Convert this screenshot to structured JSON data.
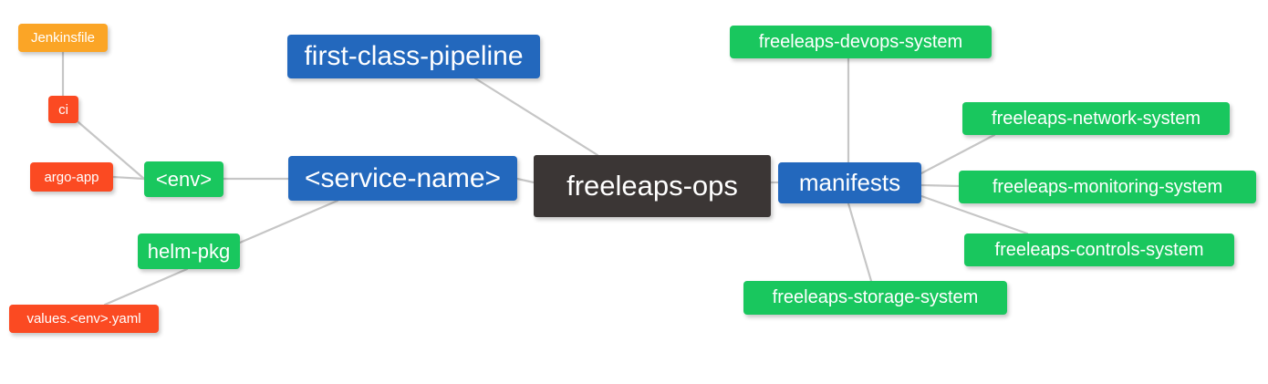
{
  "diagram": {
    "title": "freeleaps-ops repository mindmap",
    "type": "mindmap",
    "background": "#ffffff",
    "edge_color": "#c6c6c6",
    "palette": {
      "root": "#3b3635",
      "blue": "#2368bd",
      "green": "#19c75e",
      "orange": "#fba526",
      "red": "#fb4a22",
      "text": "#ffffff"
    }
  },
  "nodes": {
    "root": {
      "label": "freeleaps-ops",
      "color": "#3b3635"
    },
    "service_name": {
      "label": "<service-name>",
      "color": "#2368bd"
    },
    "first_class_pipeline": {
      "label": "first-class-pipeline",
      "color": "#2368bd"
    },
    "manifests": {
      "label": "manifests",
      "color": "#2368bd"
    },
    "env": {
      "label": "<env>",
      "color": "#19c75e"
    },
    "helm_pkg": {
      "label": "helm-pkg",
      "color": "#19c75e"
    },
    "jenkinsfile": {
      "label": "Jenkinsfile",
      "color": "#fba526"
    },
    "ci": {
      "label": "ci",
      "color": "#fb4a22"
    },
    "argo_app": {
      "label": "argo-app",
      "color": "#fb4a22"
    },
    "values_yaml": {
      "label": "values.<env>.yaml",
      "color": "#fb4a22"
    },
    "devops_system": {
      "label": "freeleaps-devops-system",
      "color": "#19c75e"
    },
    "network_system": {
      "label": "freeleaps-network-system",
      "color": "#19c75e"
    },
    "monitoring_system": {
      "label": "freeleaps-monitoring-system",
      "color": "#19c75e"
    },
    "controls_system": {
      "label": "freeleaps-controls-system",
      "color": "#19c75e"
    },
    "storage_system": {
      "label": "freeleaps-storage-system",
      "color": "#19c75e"
    }
  },
  "edges": [
    {
      "from": "root",
      "to": "service_name"
    },
    {
      "from": "root",
      "to": "first_class_pipeline"
    },
    {
      "from": "root",
      "to": "manifests"
    },
    {
      "from": "service_name",
      "to": "env"
    },
    {
      "from": "service_name",
      "to": "helm_pkg"
    },
    {
      "from": "env",
      "to": "ci"
    },
    {
      "from": "env",
      "to": "argo_app"
    },
    {
      "from": "ci",
      "to": "jenkinsfile"
    },
    {
      "from": "helm_pkg",
      "to": "values_yaml"
    },
    {
      "from": "manifests",
      "to": "devops_system"
    },
    {
      "from": "manifests",
      "to": "network_system"
    },
    {
      "from": "manifests",
      "to": "monitoring_system"
    },
    {
      "from": "manifests",
      "to": "controls_system"
    },
    {
      "from": "manifests",
      "to": "storage_system"
    }
  ]
}
